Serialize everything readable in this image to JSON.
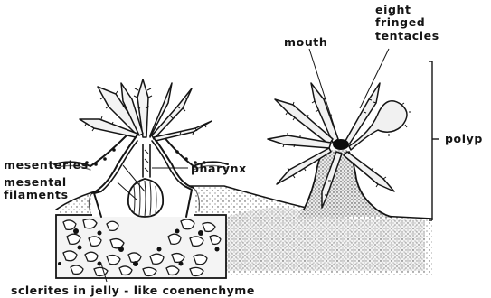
{
  "figure": {
    "labels": {
      "eight_fringed": "eight",
      "fringed": "fringed",
      "tentacles": "tentacles",
      "mouth": "mouth",
      "polyp": "polyp",
      "mesenteries": "mesenteries",
      "mesental": "mesental",
      "filaments": "filaments",
      "pharynx": "pharynx",
      "sclerites": "sclerites in jelly - like coenenchyme"
    }
  }
}
